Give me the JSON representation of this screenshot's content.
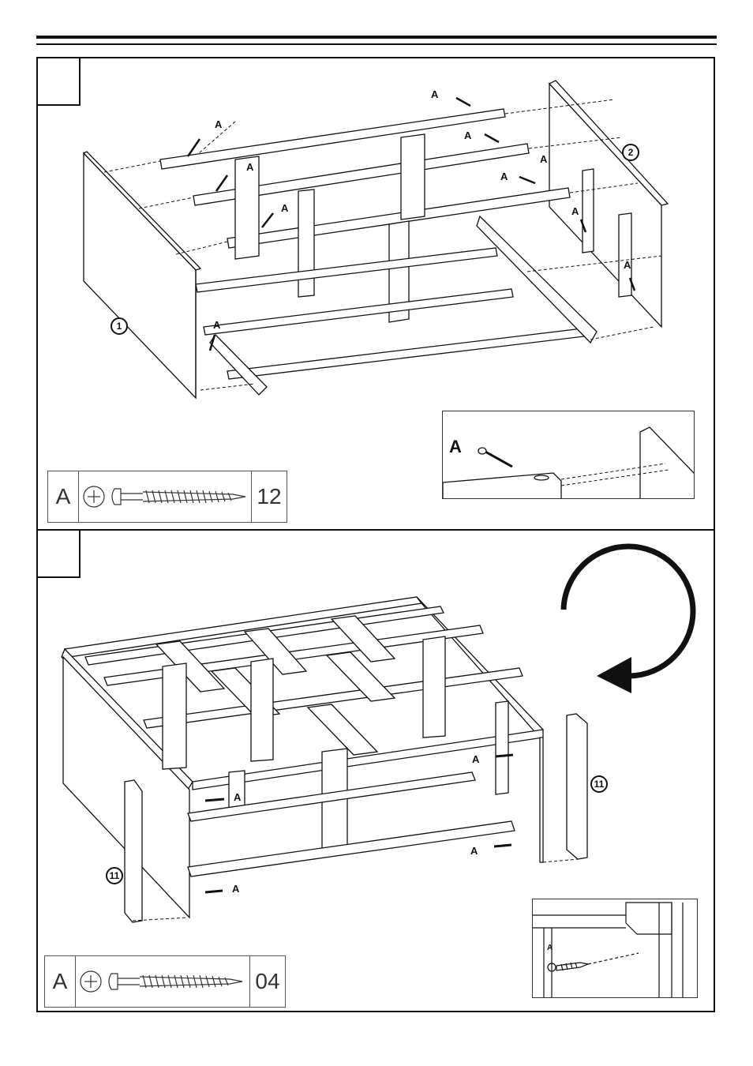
{
  "steps": [
    {
      "number": "",
      "fastener_label": "A",
      "parts": [
        "1",
        "2"
      ],
      "legend": {
        "letter": "A",
        "count": "12"
      },
      "inset_label": "A"
    },
    {
      "number": "",
      "fastener_label": "A",
      "parts": [
        "11",
        "11"
      ],
      "legend": {
        "letter": "A",
        "count": "04"
      },
      "inset_label": "A"
    }
  ],
  "icons": {
    "screw": "screw-icon",
    "rotate": "rotate-arrow-icon"
  }
}
